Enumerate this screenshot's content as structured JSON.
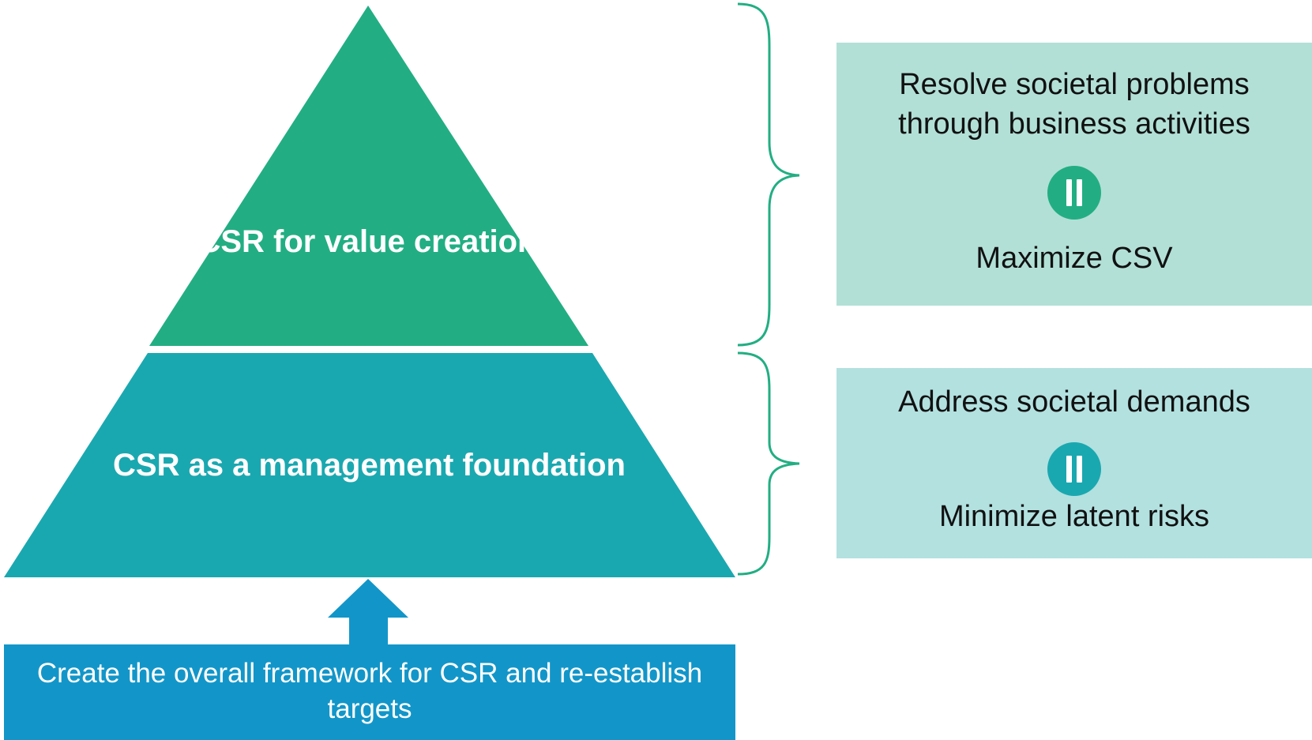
{
  "pyramid": {
    "top_label": "CSR for value creation",
    "bottom_label": "CSR as a management foundation",
    "base_label": "Create the overall framework for CSR and re-establish targets"
  },
  "boxes": {
    "top": {
      "line1": "Resolve societal problems",
      "line2": "through business activities",
      "result": "Maximize CSV"
    },
    "bottom": {
      "line1": "Address societal demands",
      "result": "Minimize latent risks"
    }
  },
  "colors": {
    "pyramid_top": "#22AE82",
    "pyramid_bottom": "#1AA8B0",
    "base_box": "#1296C9",
    "box_top_bg": "#B2E0D6",
    "box_bottom_bg": "#B2E1E0",
    "equals_top": "#22AE82",
    "equals_bottom": "#1AA8B0",
    "brace": "#22AE82"
  },
  "icons": {
    "equals_symbol": "equals-icon",
    "arrow": "up-arrow-icon",
    "brace": "right-brace-icon"
  }
}
